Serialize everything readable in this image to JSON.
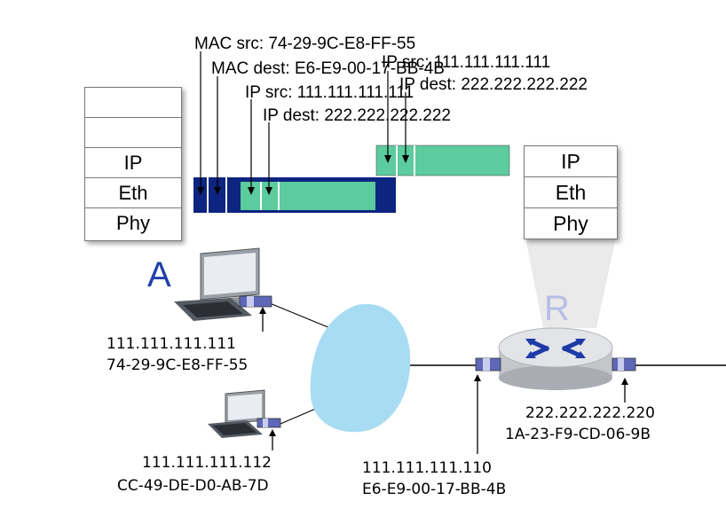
{
  "host_a": {
    "name": "A",
    "ip": "111.111.111.111",
    "mac": "74-29-9C-E8-FF-55",
    "stack": [
      "",
      "",
      "IP",
      "Eth",
      "Phy"
    ]
  },
  "host_2": {
    "ip": "111.111.111.112",
    "mac": "CC-49-DE-D0-AB-7D"
  },
  "router": {
    "name": "R",
    "left_ip": "111.111.111.110",
    "left_mac": "E6-E9-00-17-BB-4B",
    "right_ip": "222.222.222.220",
    "right_mac": "1A-23-F9-CD-06-9B",
    "stack": [
      "IP",
      "Eth",
      "Phy"
    ]
  },
  "frame_labels": {
    "mac_src": "MAC src: 74-29-9C-E8-FF-55",
    "mac_dest": "MAC dest: E6-E9-00-17-BB-4B",
    "ip_src": "IP src: 111.111.111.111",
    "ip_dest": "IP dest: 222.222.222.222"
  },
  "datagram_labels": {
    "ip_src": "IP src: 111.111.111.111",
    "ip_dest": "IP dest: 222.222.222.222"
  },
  "colors": {
    "frame": "#0d2480",
    "datagram": "#5ccb9e",
    "cloud": "#a8dcf2",
    "host_label": "#1f3fa8",
    "router_label": "#b7bde6"
  }
}
